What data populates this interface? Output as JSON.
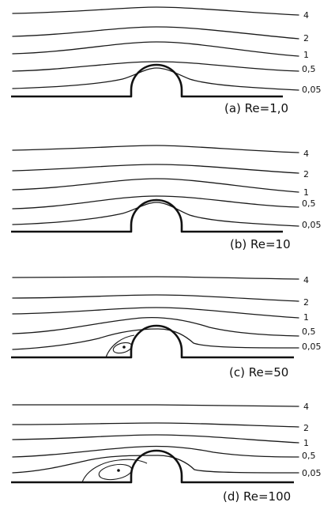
{
  "panels": [
    {
      "caption": "(a) Re=1,0",
      "levels": [
        "4",
        "2",
        "1",
        "0,5",
        "0,05"
      ]
    },
    {
      "caption": "(b) Re=10",
      "levels": [
        "4",
        "2",
        "1",
        "0,5",
        "0,05"
      ]
    },
    {
      "caption": "(c) Re=50",
      "levels": [
        "4",
        "2",
        "1",
        "0,5",
        "0,05"
      ]
    },
    {
      "caption": "(d) Re=100",
      "levels": [
        "4",
        "2",
        "1",
        "0,5",
        "0,05"
      ]
    }
  ]
}
